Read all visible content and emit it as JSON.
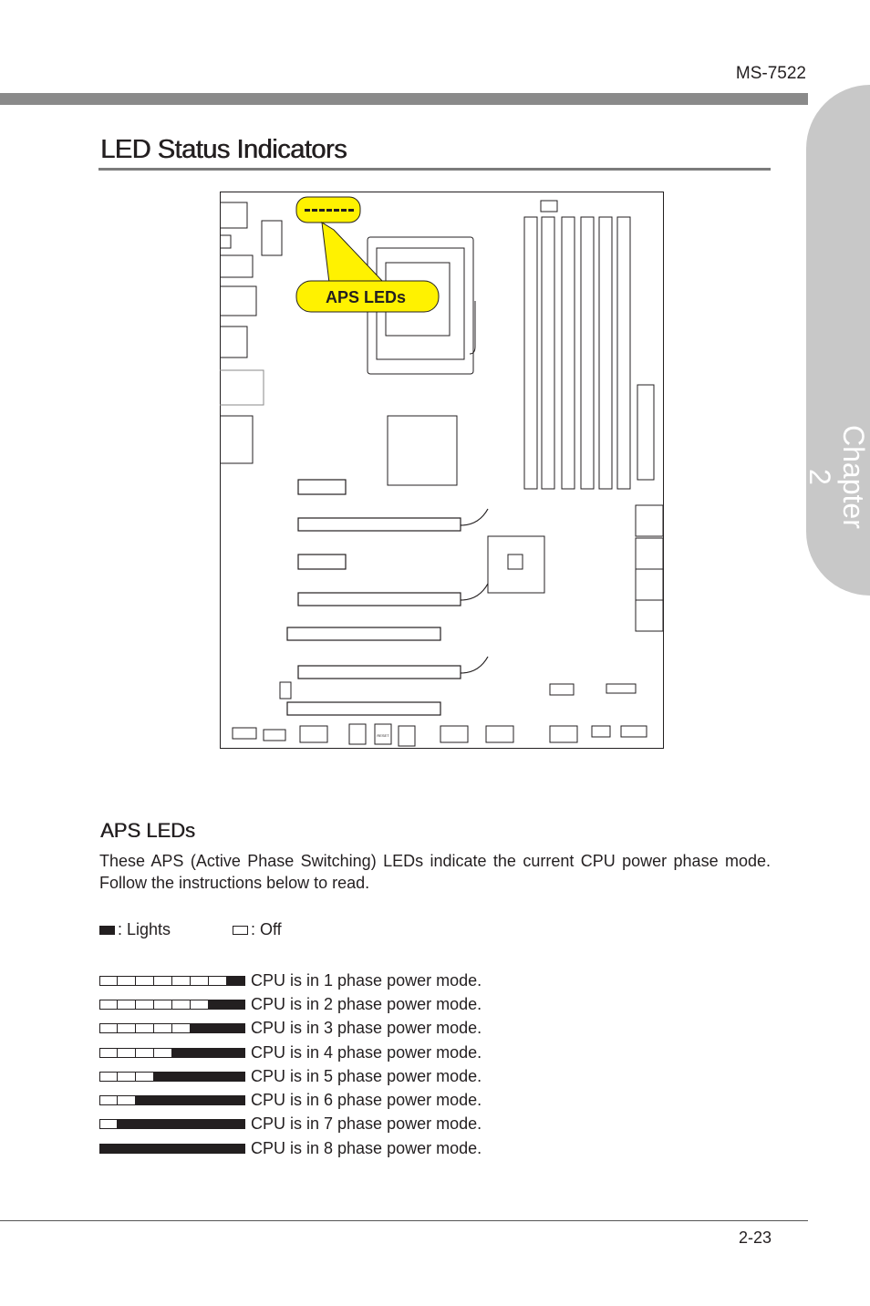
{
  "header": {
    "model": "MS-7522"
  },
  "chapter_tab": "Chapter 2",
  "title": "LED Status Indicators",
  "diagram": {
    "callout_label": "APS LEDs",
    "reset_label": "RESET"
  },
  "section": {
    "heading": "APS LEDs",
    "body": "These APS (Active Phase Switching) LEDs indicate the current CPU power phase mode. Follow the instructions below to read."
  },
  "legend": {
    "lights": ": Lights",
    "off": ": Off"
  },
  "modes": [
    {
      "lit": 1,
      "text": "CPU is in 1 phase power mode."
    },
    {
      "lit": 2,
      "text": "CPU is in 2 phase power mode."
    },
    {
      "lit": 3,
      "text": "CPU is in 3 phase power mode."
    },
    {
      "lit": 4,
      "text": "CPU is in 4 phase power mode."
    },
    {
      "lit": 5,
      "text": "CPU is in 5 phase power mode."
    },
    {
      "lit": 6,
      "text": "CPU is in 6 phase power mode."
    },
    {
      "lit": 7,
      "text": "CPU is in 7 phase power mode."
    },
    {
      "lit": 8,
      "text": "CPU is in 8 phase power mode."
    }
  ],
  "footer": {
    "page_number": "2-23"
  },
  "colors": {
    "callout_yellow": "#fff200",
    "rule_gray": "#8a8a8a",
    "tab_gray": "#c8c8c8"
  }
}
